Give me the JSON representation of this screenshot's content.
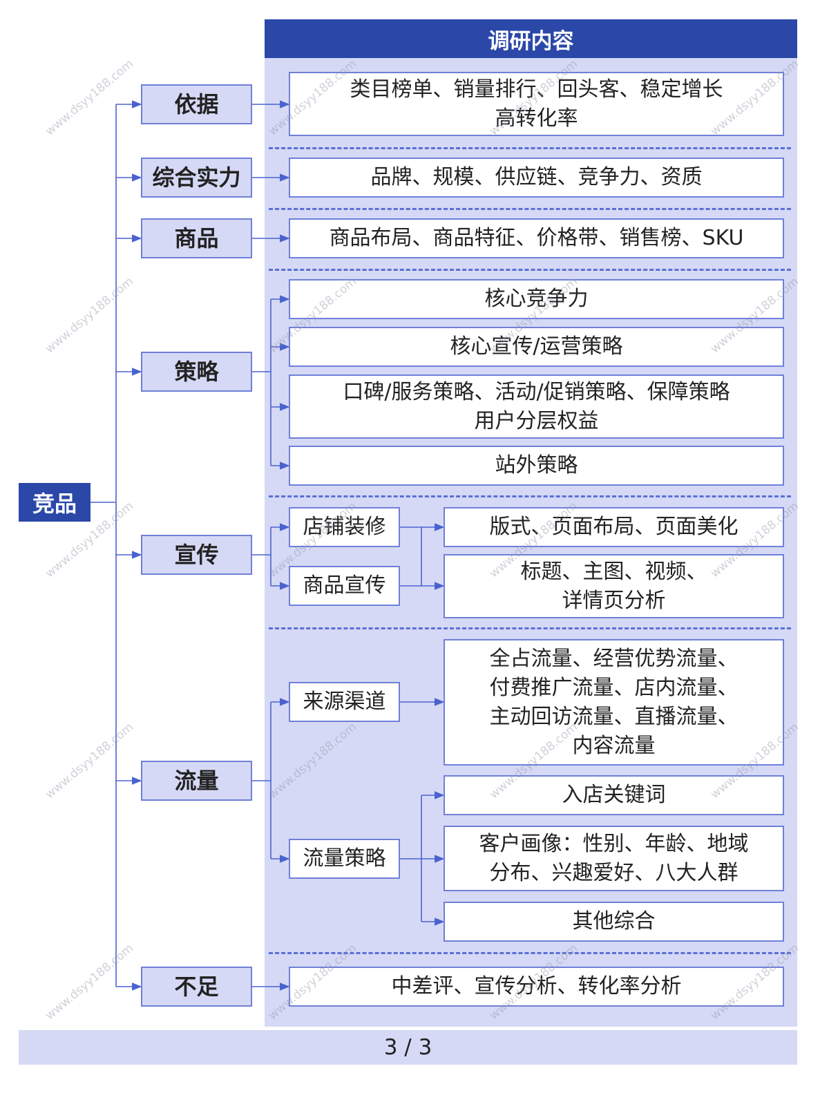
{
  "header": {
    "title": "调研内容"
  },
  "root": {
    "label": "竞品"
  },
  "categories": {
    "yiju": "依据",
    "zonghe": "综合实力",
    "shangpin": "商品",
    "celue": "策略",
    "xuanchuan": "宣传",
    "liuliang": "流量",
    "buzu": "不足"
  },
  "details": {
    "yiju_line1": "类目榜单、销量排行、回头客、稳定增长",
    "yiju_line2": "高转化率",
    "zonghe": "品牌、规模、供应链、竞争力、资质",
    "shangpin": "商品布局、商品特征、价格带、销售榜、SKU",
    "celue_1": "核心竞争力",
    "celue_2": "核心宣传/运营策略",
    "celue_3_line1": "口碑/服务策略、活动/促销策略、保障策略",
    "celue_3_line2": "用户分层权益",
    "celue_4": "站外策略",
    "xc_sub1": "店铺装修",
    "xc_sub2": "商品宣传",
    "xc_d1": "版式、页面布局、页面美化",
    "xc_d2_line1": "标题、主图、视频、",
    "xc_d2_line2": "详情页分析",
    "ll_sub1": "来源渠道",
    "ll_sub2": "流量策略",
    "ll_d1_line1": "全占流量、经营优势流量、",
    "ll_d1_line2": "付费推广流量、店内流量、",
    "ll_d1_line3": "主动回访流量、直播流量、",
    "ll_d1_line4": "内容流量",
    "ll_d2": "入店关键词",
    "ll_d3_line1": "客户画像：性别、年龄、地域",
    "ll_d3_line2": "分布、兴趣爱好、八大人群",
    "ll_d4": "其他综合",
    "buzu": "中差评、宣传分析、转化率分析"
  },
  "watermark": "www.dsyy188.com",
  "footer": {
    "page": "3 / 3"
  }
}
